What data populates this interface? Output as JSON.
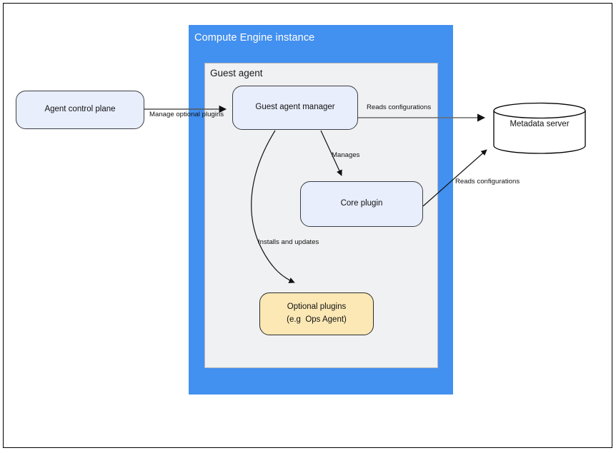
{
  "diagram": {
    "title_hidden": "",
    "containers": [
      {
        "id": "compute-engine-instance",
        "label": "Compute Engine instance",
        "color": "#4290f0"
      },
      {
        "id": "guest-agent",
        "label": "Guest agent",
        "color": "#f0f1f2"
      }
    ],
    "nodes": {
      "agent_control_plane": {
        "label": "Agent control plane",
        "fill": "#e8eefc",
        "shape": "rounded-rect"
      },
      "guest_agent_manager": {
        "label": "Guest agent manager",
        "fill": "#e8eefc",
        "shape": "rounded-rect"
      },
      "core_plugin": {
        "label": "Core plugin",
        "fill": "#e8eefc",
        "shape": "rounded-rect"
      },
      "optional_plugins": {
        "label_line1": "Optional plugins",
        "label_line2": "(e.g  Ops Agent)",
        "fill": "#fbe8b5",
        "shape": "rounded-rect"
      },
      "metadata_server": {
        "label": "Metadata server",
        "fill": "#ffffff",
        "shape": "cylinder"
      }
    },
    "edges": [
      {
        "id": "manage-optional-plugins",
        "label": "Manage optional plugins",
        "from": "agent_control_plane",
        "to": "guest_agent_manager"
      },
      {
        "id": "reads-configurations-manager",
        "label": "Reads configurations",
        "from": "guest_agent_manager",
        "to": "metadata_server"
      },
      {
        "id": "manages",
        "label": "Manages",
        "from": "guest_agent_manager",
        "to": "core_plugin"
      },
      {
        "id": "installs-and-updates",
        "label": "Installs and updates",
        "from": "guest_agent_manager",
        "to": "optional_plugins"
      },
      {
        "id": "reads-configurations-core",
        "label": "Reads configurations",
        "from": "core_plugin",
        "to": "metadata_server"
      }
    ],
    "colors": {
      "instance_blue": "#4290f0",
      "guest_gray": "#f0f1f2",
      "node_blue": "#e8eefc",
      "node_yellow": "#fbe8b5",
      "stroke_dark": "#2b2b2b",
      "stroke_gray": "#6b6b6b"
    }
  }
}
